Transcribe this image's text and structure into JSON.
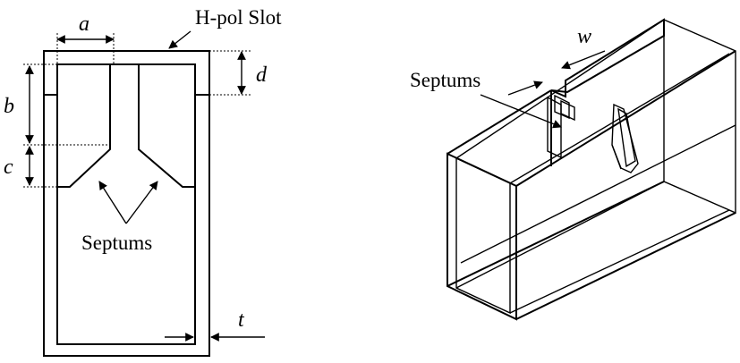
{
  "left_view": {
    "slot_label": "H-pol Slot",
    "septum_label": "Septums",
    "dim_a": "a",
    "dim_b": "b",
    "dim_c": "c",
    "dim_d": "d",
    "dim_t": "t"
  },
  "right_view": {
    "septum_label": "Septums",
    "dim_w": "w"
  }
}
